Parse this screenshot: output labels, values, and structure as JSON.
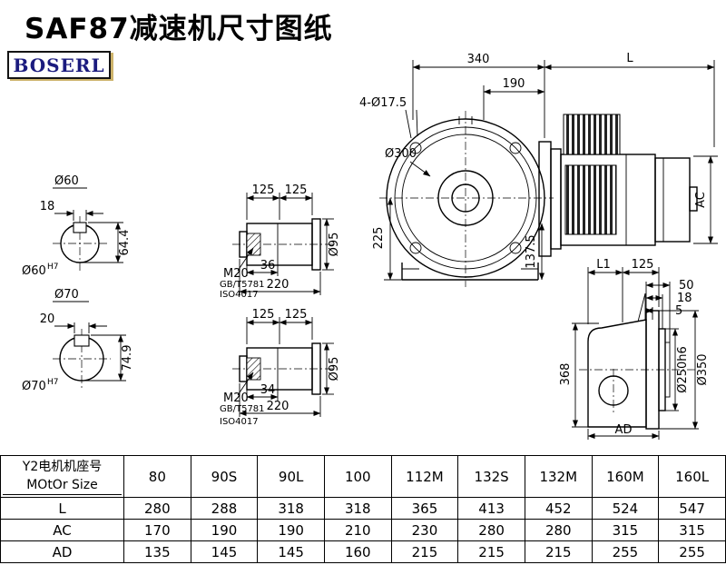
{
  "title": "SAF87减速机尺寸图纸",
  "logo": "BOSERL",
  "front_view": {
    "dim_340": "340",
    "dim_l": "L",
    "dim_190": "190",
    "dim_bolt_holes": "4-Ø17.5",
    "dim_flange": "Ø300",
    "dim_225": "225",
    "dim_137_5": "137.5",
    "dim_ac": "AC"
  },
  "shaft_section_60": {
    "dia": "Ø60",
    "key_width": "18",
    "key_height": "64.4",
    "bore": "Ø60",
    "tolerance": "H7"
  },
  "shaft_section_70": {
    "dia": "Ø70",
    "key_width": "20",
    "key_height": "74.9",
    "bore": "Ø70",
    "tolerance": "H7"
  },
  "shaft_top": {
    "dim_125_a": "125",
    "dim_125_b": "125",
    "thread": "M20",
    "standard_gb": "GB/T5781",
    "standard_iso": "ISO4017",
    "dim_depth": "36",
    "dim_length": "220",
    "dim_dia": "Ø95"
  },
  "shaft_bottom": {
    "dim_125_a": "125",
    "dim_125_b": "125",
    "thread": "M20",
    "standard_gb": "GB/T5781",
    "standard_iso": "ISO4017",
    "dim_depth": "34",
    "dim_length": "220",
    "dim_dia": "Ø95"
  },
  "side_view": {
    "dim_l1": "L1",
    "dim_125": "125",
    "dim_50": "50",
    "dim_18": "18",
    "dim_5": "5",
    "dim_368": "368",
    "dim_spigot": "Ø250h6",
    "dim_flange": "Ø350",
    "dim_ad": "AD"
  },
  "table": {
    "header_cn": "Y2电机机座号",
    "header_en": "MOtOr Size",
    "sizes": [
      "80",
      "90S",
      "90L",
      "100",
      "112M",
      "132S",
      "132M",
      "160M",
      "160L"
    ],
    "rows": [
      {
        "label": "L",
        "values": [
          "280",
          "288",
          "318",
          "318",
          "365",
          "413",
          "452",
          "524",
          "547"
        ]
      },
      {
        "label": "AC",
        "values": [
          "170",
          "190",
          "190",
          "210",
          "230",
          "280",
          "280",
          "315",
          "315"
        ]
      },
      {
        "label": "AD",
        "values": [
          "135",
          "145",
          "145",
          "160",
          "215",
          "215",
          "215",
          "255",
          "255"
        ]
      }
    ]
  }
}
